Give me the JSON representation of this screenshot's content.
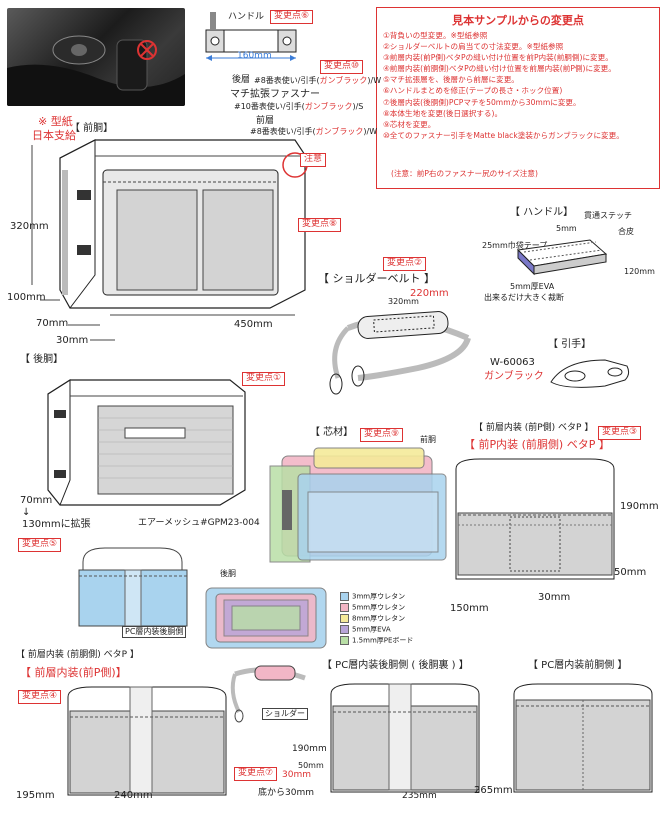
{
  "changes_box": {
    "title": "見本サンプルからの変更点",
    "items": [
      "①背負いの型変更。※型紙参照",
      "②ショルダーベルトの肩当ての寸法変更。※型紙参照",
      "③前層内装(前P側)ベタPの縫い付け位置を前P内装(前胴側)に変更。",
      "④前層内装(前胴側)ベタPの縫い付け位置を前層内装(前P側)に変更。",
      "⑤マチ拡張層を、後層から前層に変更。",
      "⑥ハンドルまとめを修正(テープの長さ・ホック位置)",
      "⑦後層内装(後胴側)PCPマチを50mmから30mmに変更。",
      "⑧本体生地を変更(後日選択する)。",
      "⑨芯材を変更。",
      "⑩全てのファスナー引手をMatte black塗装からガンブラックに変更。"
    ],
    "note": "(注意：前P右のファスナー尻のサイズ注意)"
  },
  "labels": {
    "handle_top": "ハンドル",
    "handle_top_dim": "160mm",
    "change6": "変更点⑥",
    "change10": "変更点⑩",
    "change8": "変更点⑧",
    "change2": "変更点②",
    "change1": "変更点①",
    "change9": "変更点⑨",
    "change3": "変更点③",
    "change5": "変更点⑤",
    "change4": "変更点④",
    "change7": "変更点⑦",
    "rear_layer": "後層",
    "rear_zip": "#8番表使い/引手(ガンブラック)/W",
    "gusset_zip": "マチ拡張ファスナー",
    "gusset_zip_spec": "#10番表使い/引手(ガンブラック)/S",
    "front_layer": "前層",
    "front_zip": "#8番表使い/引手(ガンブラック)/W",
    "pattern_note_1": "※ 型紙",
    "pattern_note_2": "日本支給",
    "front_body": "【 前胴】",
    "caution": "注意",
    "dim_320": "320mm",
    "dim_100": "100mm",
    "dim_70": "70mm",
    "dim_30": "30mm",
    "dim_450": "450mm",
    "handle_title": "【 ハンドル】",
    "handle_stitch": "貫通ステッチ",
    "handle_5mm": "5mm",
    "handle_leather": "合皮",
    "handle_tape": "25mm巾袋テープ",
    "handle_eva": "5mm厚EVA",
    "handle_cut": "出来るだけ大きく裁断",
    "handle_120": "120mm",
    "shoulder_title": "【 ショルダーベルト 】",
    "shoulder_220": "220mm",
    "shoulder_320": "320mm",
    "puller_title": "【 引手】",
    "puller_code": "W-60063",
    "puller_color": "ガンブラック",
    "rear_body": "【 後胴】",
    "rear_70": "70mm",
    "rear_arrow": "↓",
    "rear_130": "130mmに拡張",
    "air_mesh": "エアーメッシュ#GPM23-004",
    "core_title": "【 芯材】",
    "core_front": "前胴",
    "core_rear": "後胴",
    "front_layer_inner": "【 前層内装 (前P側) ベタP 】",
    "front_p_inner": "【 前P内装 (前胴側) ベタP 】",
    "dim_190": "190mm",
    "dim_50": "50mm",
    "dim_150": "150mm",
    "dim_30b": "30mm",
    "pc_rear_label": "PC層内装後胴側",
    "legend": [
      {
        "label": "3mm厚ウレタン",
        "color": "#a9d3ee"
      },
      {
        "label": "5mm厚ウレタン",
        "color": "#f2b6c6"
      },
      {
        "label": "8mm厚ウレタン",
        "color": "#f5ea9a"
      },
      {
        "label": "5mm厚EVA",
        "color": "#b8a5d8"
      },
      {
        "label": "1.5mm厚PEボード",
        "color": "#b9dfa6"
      }
    ],
    "shoulder_small": "ショルダー",
    "front_layer_inner_2": "【 前層内装 (前胴側) ベタP 】",
    "front_layer_inner_2_red": "【 前層内装(前P側)】",
    "pc_rear_inner": "【 PC層内装後胴側 ( 後胴裏 ) 】",
    "pc_front_inner": "【 PC層内装前胴側 】",
    "dim_195": "195mm",
    "dim_240": "240mm",
    "dim_190b": "190mm",
    "dim_50b": "50mm",
    "dim_30c": "30mm",
    "from_bottom": "底から30mm",
    "dim_235": "235mm",
    "dim_265": "265mm"
  }
}
